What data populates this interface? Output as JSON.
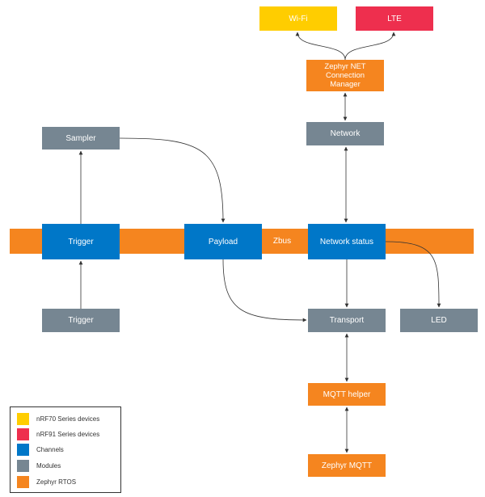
{
  "diagram": {
    "bus_label": "Zbus",
    "boxes": {
      "wifi": "Wi-Fi",
      "lte": "LTE",
      "connection_manager": [
        "Zephyr NET",
        "Connection",
        "Manager"
      ],
      "network": "Network",
      "sampler": "Sampler",
      "trigger_channel": "Trigger",
      "payload": "Payload",
      "network_status": "Network status",
      "trigger_module": "Trigger",
      "transport": "Transport",
      "led": "LED",
      "mqtt_helper": "MQTT helper",
      "zephyr_mqtt": "Zephyr MQTT"
    }
  },
  "legend": {
    "items": [
      {
        "label": "nRF70 Series devices",
        "color": "#ffcd00"
      },
      {
        "label": "nRF91 Series devices",
        "color": "#ee2f4e"
      },
      {
        "label": "Channels",
        "color": "#0077c8"
      },
      {
        "label": "Modules",
        "color": "#768692"
      },
      {
        "label": "Zephyr RTOS",
        "color": "#f5851f"
      }
    ]
  },
  "colors": {
    "zbus": "#f5851f",
    "arrow": "#333333"
  }
}
